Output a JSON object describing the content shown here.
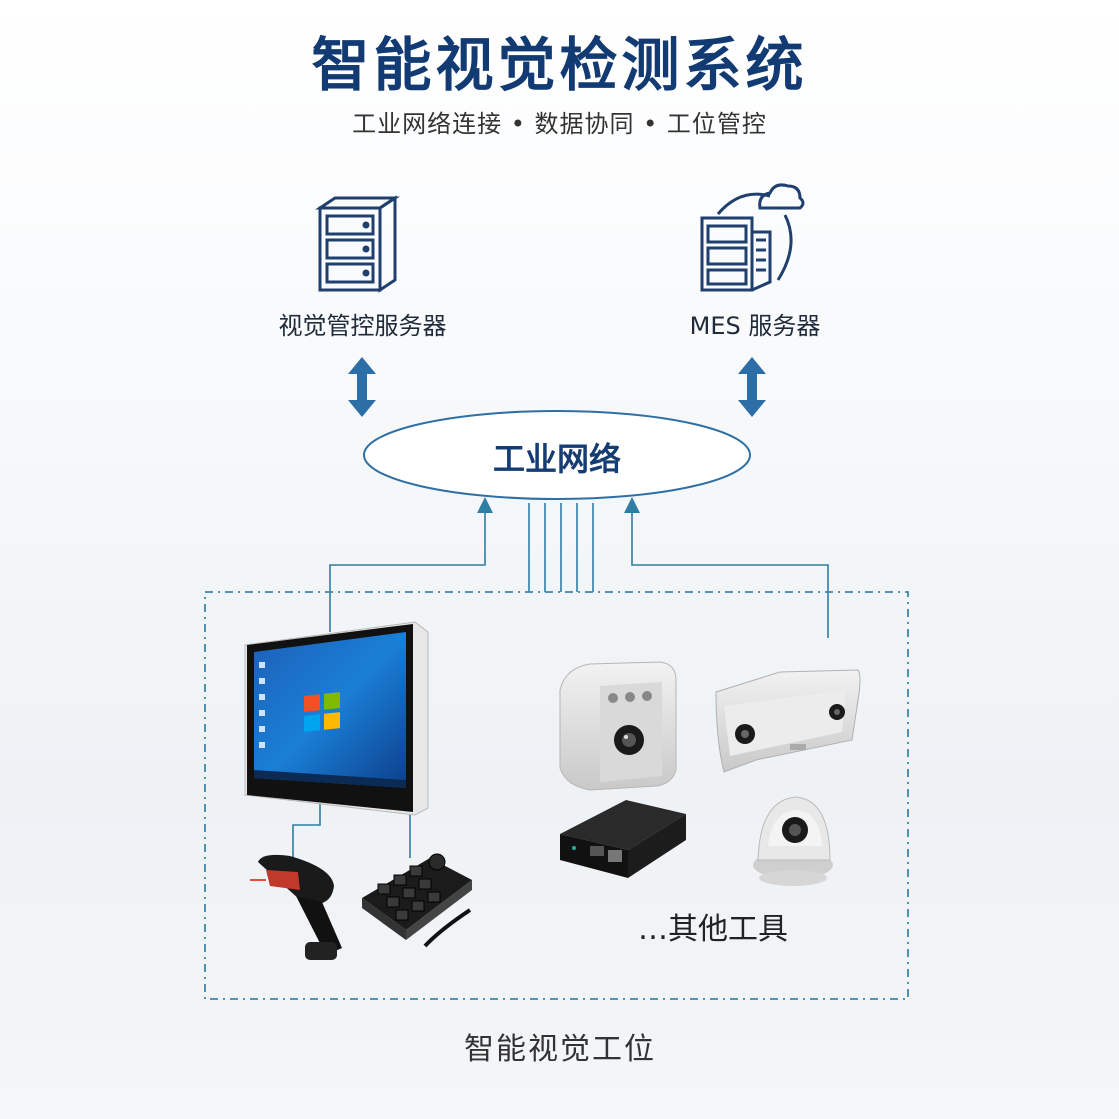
{
  "header": {
    "title": "智能视觉检测系统",
    "subtitle": "工业网络连接 • 数据协同 • 工位管控"
  },
  "servers": {
    "vision_server_label": "视觉管控服务器",
    "mes_server_label": "MES 服务器"
  },
  "network": {
    "label": "工业网络"
  },
  "station": {
    "label": "智能视觉工位",
    "other_tools_label": "…其他工具"
  },
  "colors": {
    "title": "#123a73",
    "arrow": "#2c6fa6",
    "line": "#2f7ea3",
    "dashed": "#3f86a8"
  },
  "icons": [
    "server-rack-icon",
    "cloud-server-icon",
    "double-arrow-icon",
    "touchscreen-monitor-icon",
    "barcode-scanner-icon",
    "keypad-icon",
    "vision-camera-icon",
    "stereo-camera-icon",
    "mini-pc-icon",
    "dome-camera-icon"
  ]
}
